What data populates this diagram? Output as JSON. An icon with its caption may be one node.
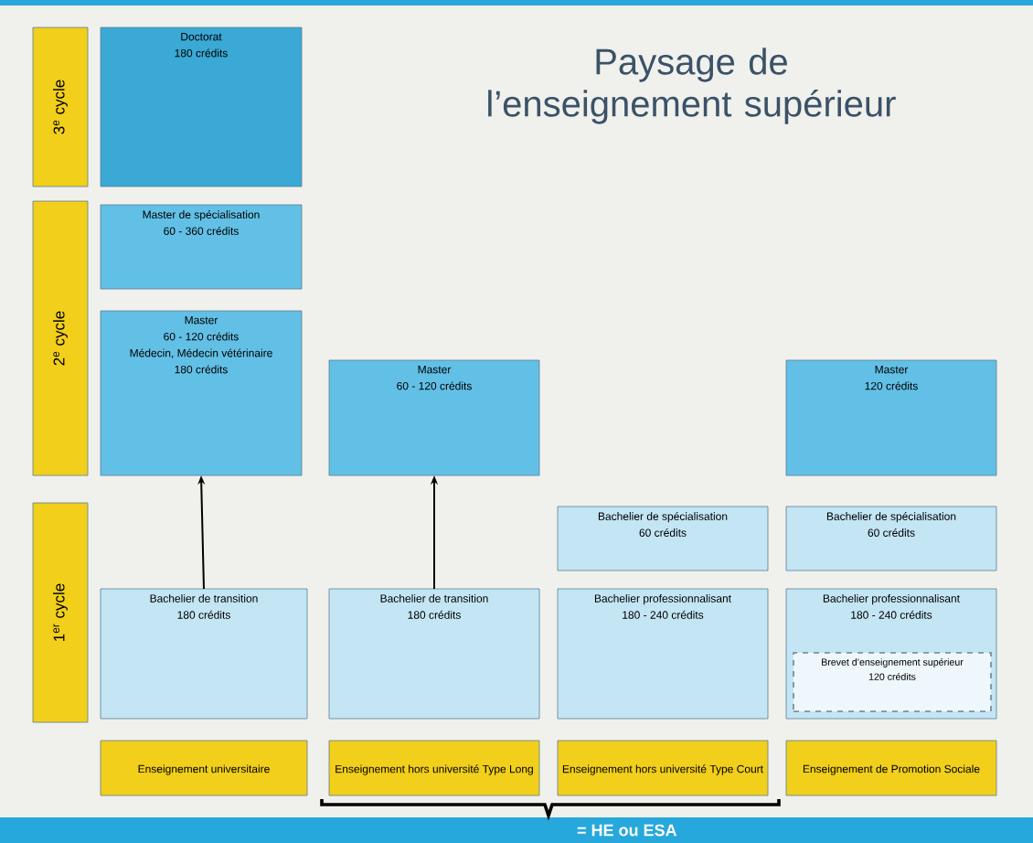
{
  "diagram": {
    "title": "Paysage de l’enseignement supérieur",
    "nodes": [
      {
        "text": [
          "3$^{e}$ cycle"
        ]
      },
      {
        "text": [
          "2$^{e}$ cycle"
        ]
      },
      {
        "text": [
          "1$^{er}$ cycle"
        ]
      },
      {
        "text": [
          "Doctorat",
          "180 crédits"
        ]
      },
      {
        "text": [
          "Master de spécialisation",
          "60 - 360 crédits"
        ]
      },
      {
        "text": [
          "Master",
          "60 - 120 crédits",
          "Médecin, Médecin vétérinaire",
          "180 crédits"
        ]
      },
      {
        "text": [
          "Master",
          "60 - 120 crédits"
        ]
      },
      {
        "text": [
          "Master",
          "120 crédits"
        ]
      },
      {
        "text": [
          "Bachelier de spécialisation",
          "60 crédits"
        ]
      },
      {
        "text": [
          "Bachelier de spécialisation",
          "60 crédits"
        ]
      },
      {
        "text": [
          "Bachelier de transition",
          "180 crédits"
        ]
      },
      {
        "text": [
          "Bachelier de transition",
          "180 crédits"
        ]
      },
      {
        "text": [
          "Bachelier professionnalisant",
          "180 - 240 crédits"
        ]
      },
      {
        "text": [
          "Bachelier professionnalisant",
          "180 - 240 crédits"
        ]
      },
      {
        "text": [
          "Brevet d’enseignement supérieur",
          "120 crédits"
        ],
        "in": 13
      },
      {
        "text": [
          "Enseignement universitaire"
        ]
      },
      {
        "text": [
          "Enseignement hors université Type Long"
        ]
      },
      {
        "text": [
          "Enseignement hors université Type Court"
        ]
      },
      {
        "text": [
          "Enseignement de Promotion Sociale"
        ]
      }
    ],
    "edges": [
      {
        "from": 10,
        "to": 5,
        "arrow": "to"
      },
      {
        "from": 11,
        "to": 6,
        "arrow": "to"
      }
    ],
    "labels": [
      "= HE ou ESA"
    ]
  }
}
